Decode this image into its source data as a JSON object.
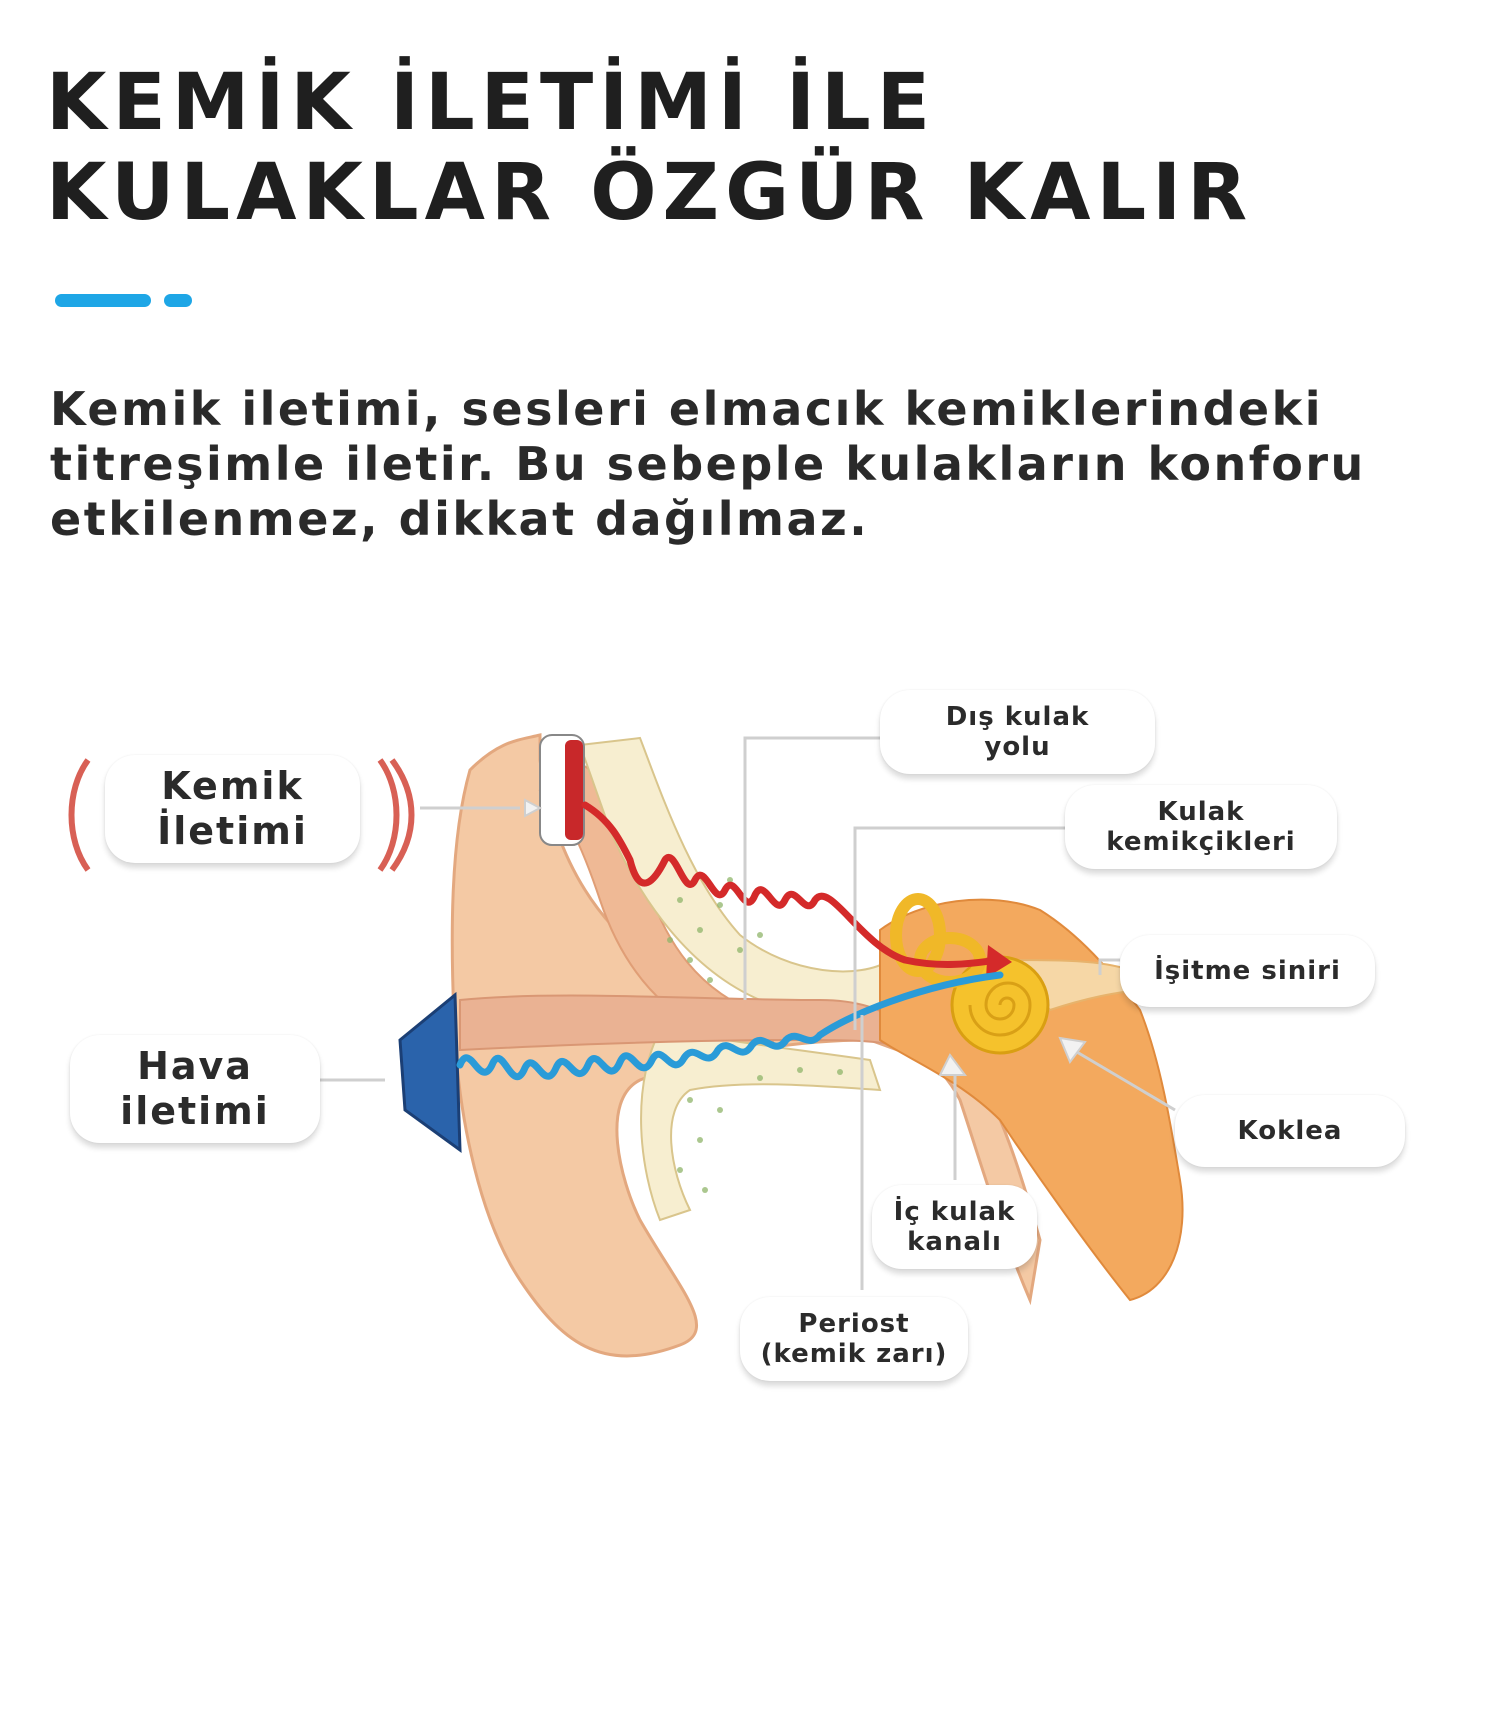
{
  "header": {
    "title_line1": "KEMİK İLETİMİ İLE",
    "title_line2": "KULAKLAR ÖZGÜR KALIR"
  },
  "description": {
    "line1": "Kemik iletimi, sesleri elmacık kemiklerindeki",
    "line2": "titreşimle iletir. Bu sebeple kulakların konforu",
    "line3": "etkilenmez, dikkat dağılmaz."
  },
  "diagram": {
    "labels": {
      "bone_conduction": "Kemik\nİletimi",
      "air_conduction": "Hava\niletimi",
      "outer_ear_canal": "Dış kulak\nyolu",
      "ossicles": "Kulak\nkemikçikleri",
      "auditory_nerve": "İşitme siniri",
      "cochlea": "Koklea",
      "inner_ear_canal": "İç kulak\nkanalı",
      "periosteum": "Periost\n(kemik zarı)"
    }
  },
  "colors": {
    "accent": "#1ea6e6",
    "bone_wave": "#d42a2a",
    "air_wave": "#2a9bd8",
    "skin": "#f4c9a4",
    "cochlea": "#f5c22c",
    "device_blue": "#2a63ab"
  }
}
